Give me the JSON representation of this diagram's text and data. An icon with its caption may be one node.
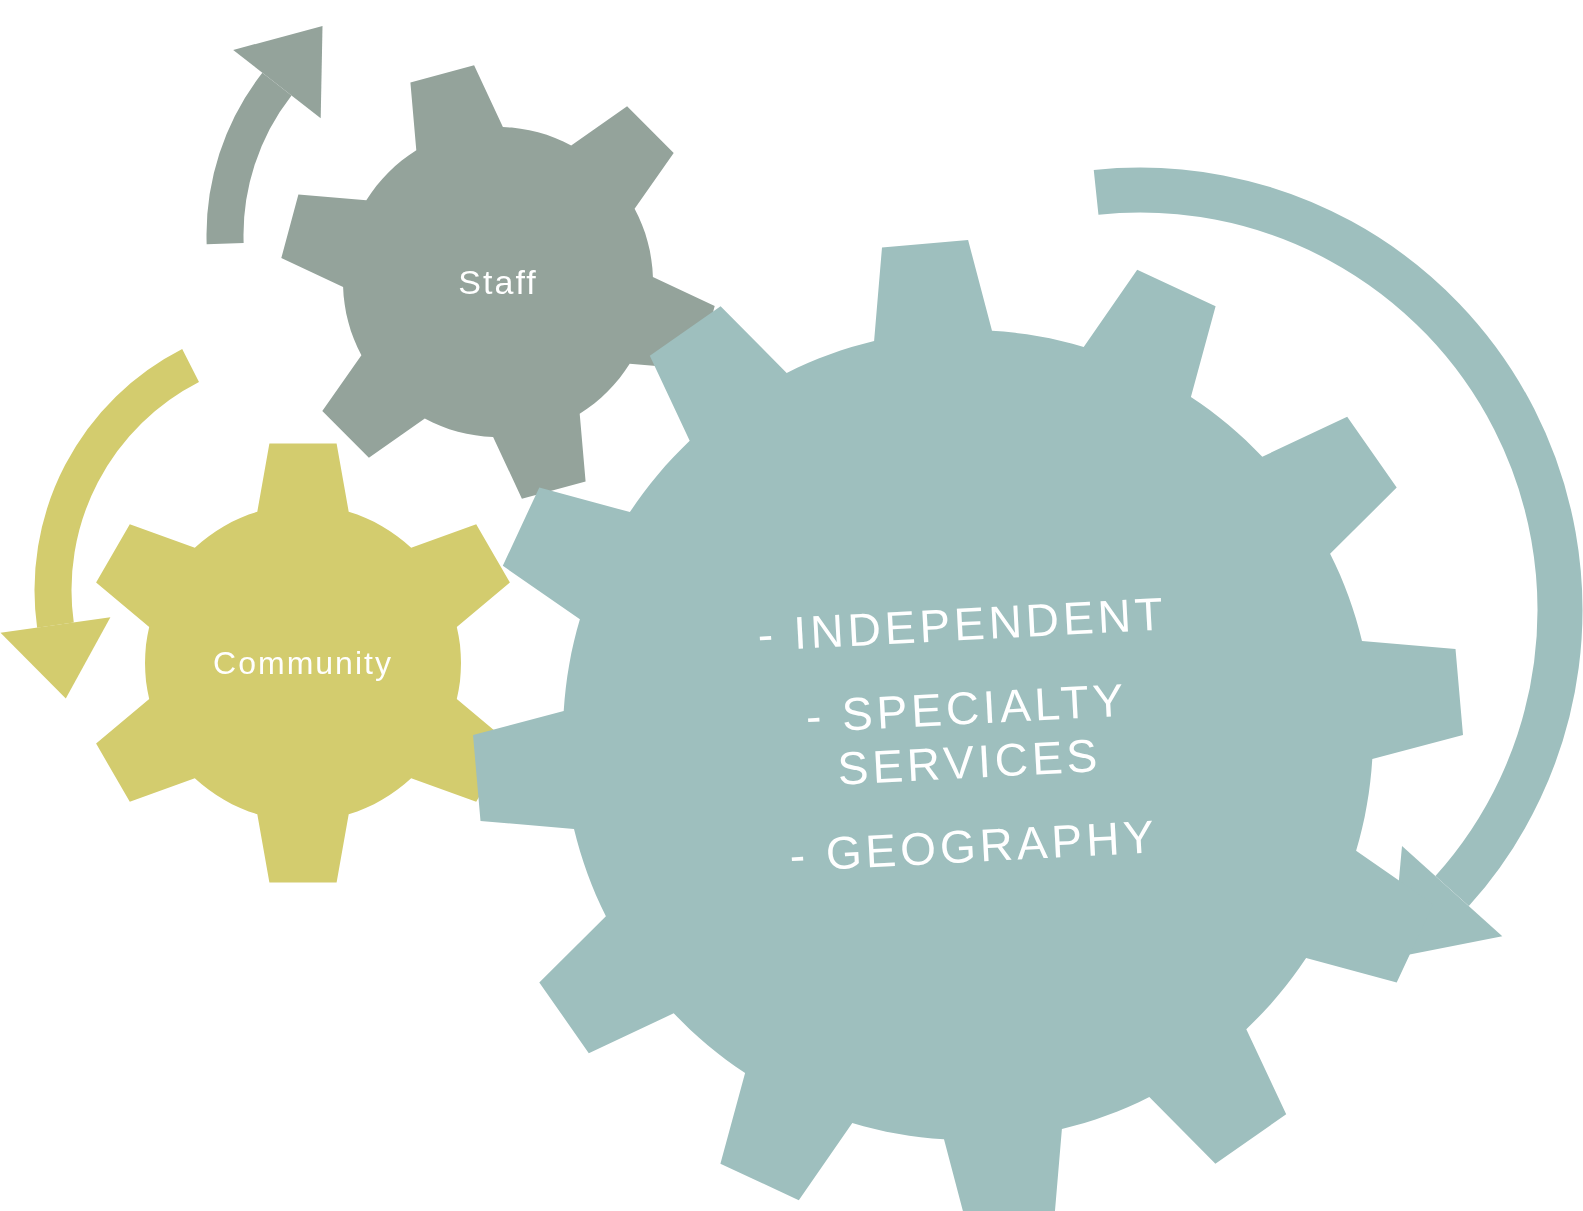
{
  "diagram": {
    "nodes": [
      {
        "text": [
          "Staff"
        ]
      },
      {
        "text": [
          "Community"
        ]
      },
      {
        "text": [
          "- INDEPENDENT",
          "- SPECIALTY SERVICES",
          "- GEOGRAPHY"
        ]
      }
    ]
  }
}
